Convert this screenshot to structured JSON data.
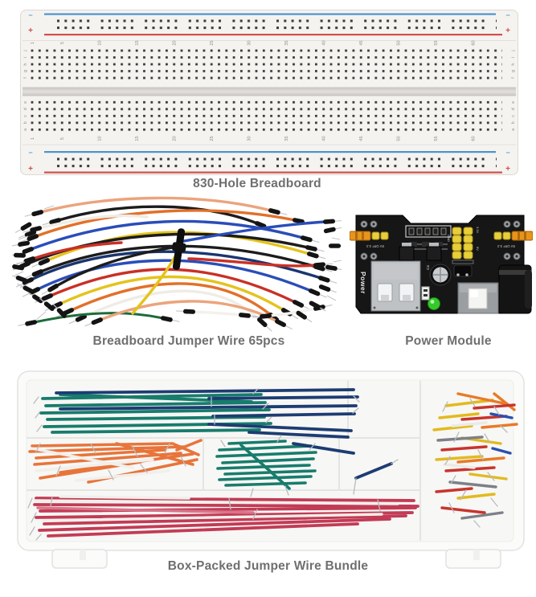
{
  "page": {
    "background": "#ffffff"
  },
  "captions": {
    "breadboard": "830-Hole Breadboard",
    "jumper_wires": "Breadboard Jumper Wire 65pcs",
    "power_module": "Power Module",
    "box_bundle": "Box-Packed Jumper Wire Bundle"
  },
  "breadboard": {
    "column_numbers": [
      "1",
      "5",
      "10",
      "15",
      "20",
      "25",
      "30",
      "35",
      "40",
      "45",
      "50",
      "55",
      "60"
    ],
    "row_letters_top": [
      "j",
      "i",
      "h",
      "g",
      "f"
    ],
    "row_letters_bottom": [
      "e",
      "d",
      "c",
      "b",
      "a"
    ],
    "rail_minus": "−",
    "rail_plus": "+",
    "colors": {
      "rail_blue": "#4a95cc",
      "rail_red": "#cf4f4c",
      "body": "#f5f3f0",
      "hole": "#3b3b3b"
    }
  },
  "jumper_wires": {
    "wire_colors": [
      "black",
      "blue",
      "navy",
      "yellow",
      "orange",
      "red",
      "white",
      "green",
      "salmon"
    ]
  },
  "power_module": {
    "board_label": "Power",
    "silk_left_jumper": "5V OFF 3.3",
    "silk_right_jumper": "5V OFF 3.3",
    "pin_label_33": "3.3V",
    "pin_label_gnd": "GND",
    "pin_label_5v": "5V",
    "silk_c4": "C4",
    "colors": {
      "pcb": "#161616",
      "header_yellow": "#e8cf3a",
      "jumper_orange": "#e8941c",
      "led_green": "#35c92b",
      "usb_silver": "#bfc2c5"
    }
  },
  "box_bundle": {
    "wire_colors": [
      "teal",
      "navy",
      "orange",
      "white",
      "red",
      "pink",
      "blue",
      "yellow",
      "gray"
    ]
  }
}
